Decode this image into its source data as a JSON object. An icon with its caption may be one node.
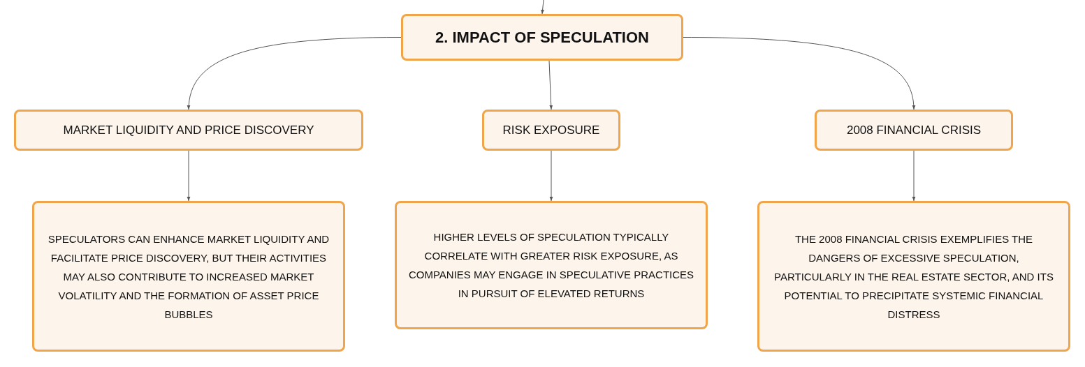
{
  "diagram": {
    "nodes": [
      {
        "text": [
          "2. IMPACT OF SPECULATION"
        ]
      },
      {
        "text": [
          "MARKET LIQUIDITY AND PRICE DISCOVERY"
        ]
      },
      {
        "text": [
          "RISK EXPOSURE"
        ]
      },
      {
        "text": [
          "2008 FINANCIAL CRISIS"
        ]
      },
      {
        "text": [
          "SPECULATORS CAN ENHANCE MARKET LIQUIDITY AND FACILITATE PRICE DISCOVERY, BUT THEIR ACTIVITIES MAY ALSO CONTRIBUTE TO INCREASED MARKET VOLATILITY AND THE FORMATION OF ASSET PRICE BUBBLES"
        ]
      },
      {
        "text": [
          "HIGHER LEVELS OF SPECULATION TYPICALLY CORRELATE WITH GREATER RISK EXPOSURE, AS COMPANIES MAY ENGAGE IN SPECULATIVE PRACTICES IN PURSUIT OF ELEVATED RETURNS"
        ]
      },
      {
        "text": [
          "THE 2008 FINANCIAL CRISIS EXEMPLIFIES THE DANGERS OF EXCESSIVE SPECULATION, PARTICULARLY IN THE REAL ESTATE SECTOR, AND ITS POTENTIAL TO PRECIPITATE SYSTEMIC FINANCIAL DISTRESS"
        ]
      }
    ],
    "edges": [
      {
        "from": null,
        "to": 0,
        "arrow": "to"
      },
      {
        "from": 0,
        "to": 1,
        "arrow": "to"
      },
      {
        "from": 0,
        "to": 2,
        "arrow": "to"
      },
      {
        "from": 0,
        "to": 3,
        "arrow": "to"
      },
      {
        "from": 1,
        "to": 4,
        "arrow": "to"
      },
      {
        "from": 2,
        "to": 5,
        "arrow": "to"
      },
      {
        "from": 3,
        "to": 6,
        "arrow": "to"
      }
    ]
  }
}
